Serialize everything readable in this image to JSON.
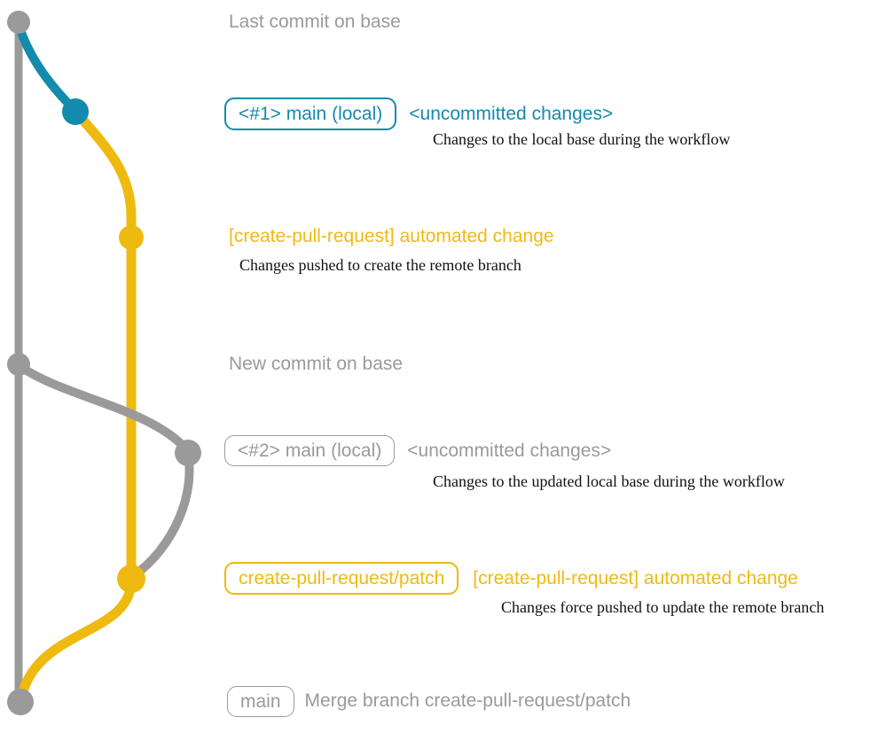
{
  "colors": {
    "gray": "#9a9a9a",
    "blue": "#148aae",
    "yellow": "#efba10",
    "ink": "#111111"
  },
  "captions": {
    "last_commit_on_base": "Last commit on base",
    "new_commit_on_base": "New commit on base"
  },
  "section1": {
    "branch_label": "<#1> main (local)",
    "status": "<uncommitted changes>",
    "note": "Changes to the local base during the workflow"
  },
  "section2": {
    "message": "[create-pull-request] automated change",
    "note": "Changes pushed to create the remote branch"
  },
  "section3": {
    "branch_label": "<#2> main (local)",
    "status": "<uncommitted changes>",
    "note": "Changes to the updated local base during the workflow"
  },
  "section4": {
    "branch_label": "create-pull-request/patch",
    "message": "[create-pull-request] automated change",
    "note": "Changes force pushed to update the remote branch"
  },
  "section5": {
    "branch_label": "main",
    "message": "Merge branch create-pull-request/patch"
  }
}
